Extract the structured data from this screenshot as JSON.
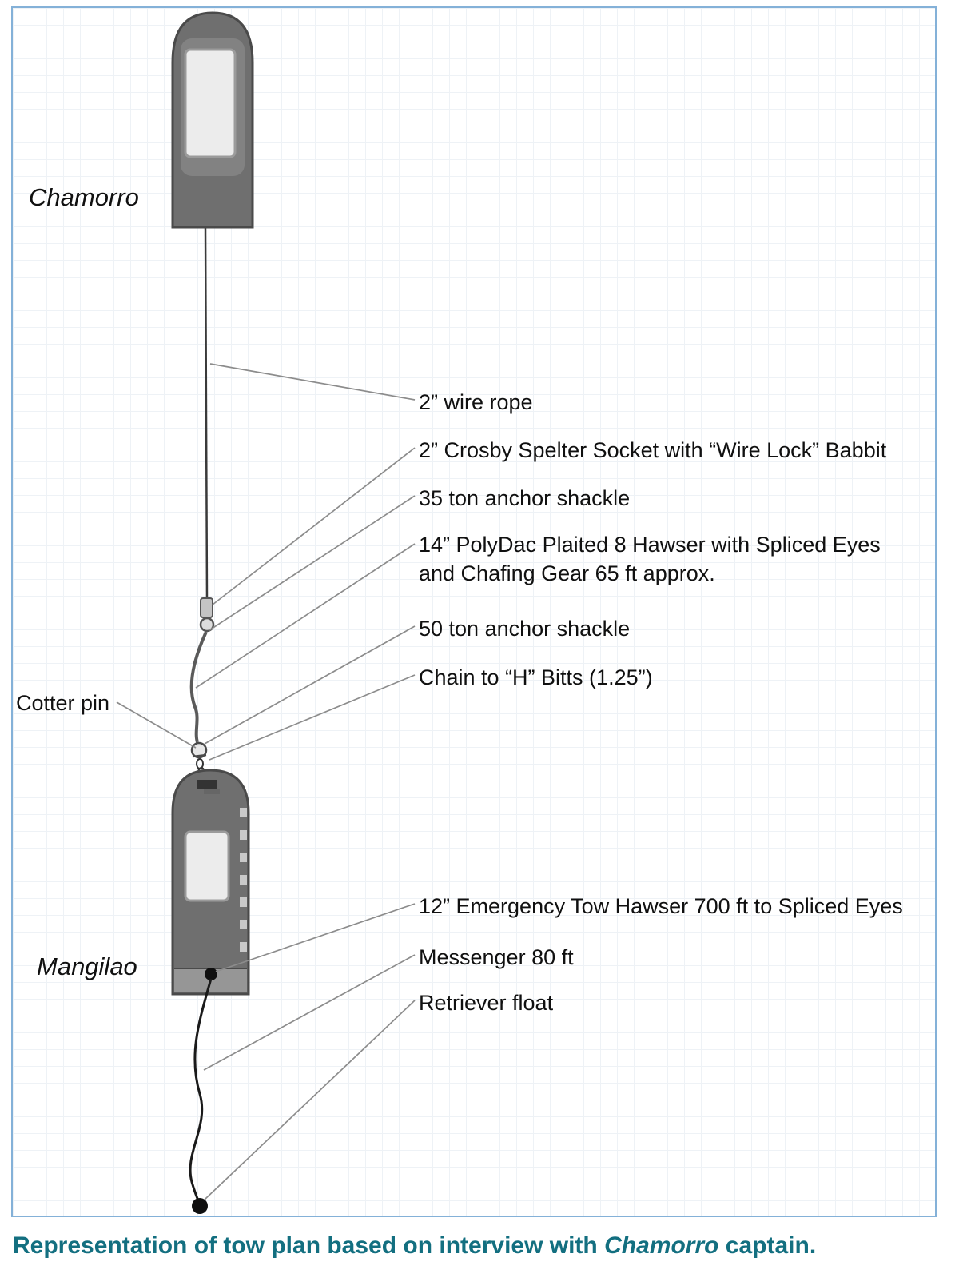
{
  "figure": {
    "vessels": {
      "tug_name": "Chamorro",
      "barge_name": "Mangilao"
    },
    "labels": {
      "wire_rope": "2” wire rope",
      "spelter_socket": "2” Crosby Spelter Socket with “Wire Lock” Babbit",
      "anchor_shackle_35": "35 ton anchor shackle",
      "polydac_hawser": "14” PolyDac Plaited 8 Hawser with Spliced Eyes\nand Chafing Gear 65 ft approx.",
      "anchor_shackle_50": "50 ton anchor shackle",
      "chain_bitts": "Chain to “H” Bitts (1.25”)",
      "cotter_pin": "Cotter pin",
      "emergency_hawser": "12” Emergency Tow Hawser 700 ft to Spliced Eyes",
      "messenger": "Messenger 80 ft",
      "retriever_float": "Retriever float"
    },
    "caption": {
      "prefix": "Representation of tow plan based on interview with ",
      "vessel_name": "Chamorro",
      "suffix": " captain."
    },
    "colors": {
      "frame_border": "#84b1d8",
      "caption_text": "#136f80",
      "hull_fill": "#6f6f6f",
      "hull_stroke": "#4a4a4a",
      "leader_line": "#8c8c8c",
      "grid_line": "#eef2f6"
    }
  }
}
